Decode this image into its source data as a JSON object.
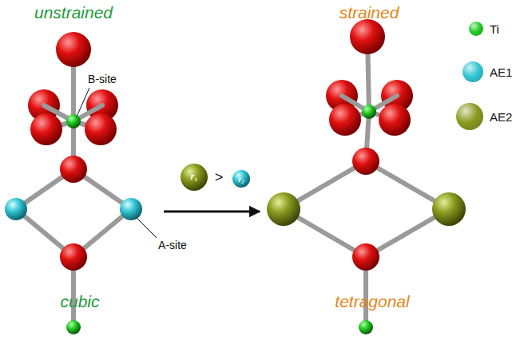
{
  "diagram": {
    "labels": [
      "unstrained",
      "strained",
      "cubic",
      "tetragonal",
      "B-site",
      "A-site",
      "r₁",
      ">",
      "r₂"
    ],
    "legend": [
      {
        "text": "Ti",
        "color": "#22cc22"
      },
      {
        "text": "AE1",
        "color": "#33c6d6"
      },
      {
        "text": "AE2",
        "color": "#8a9a1e"
      }
    ]
  }
}
